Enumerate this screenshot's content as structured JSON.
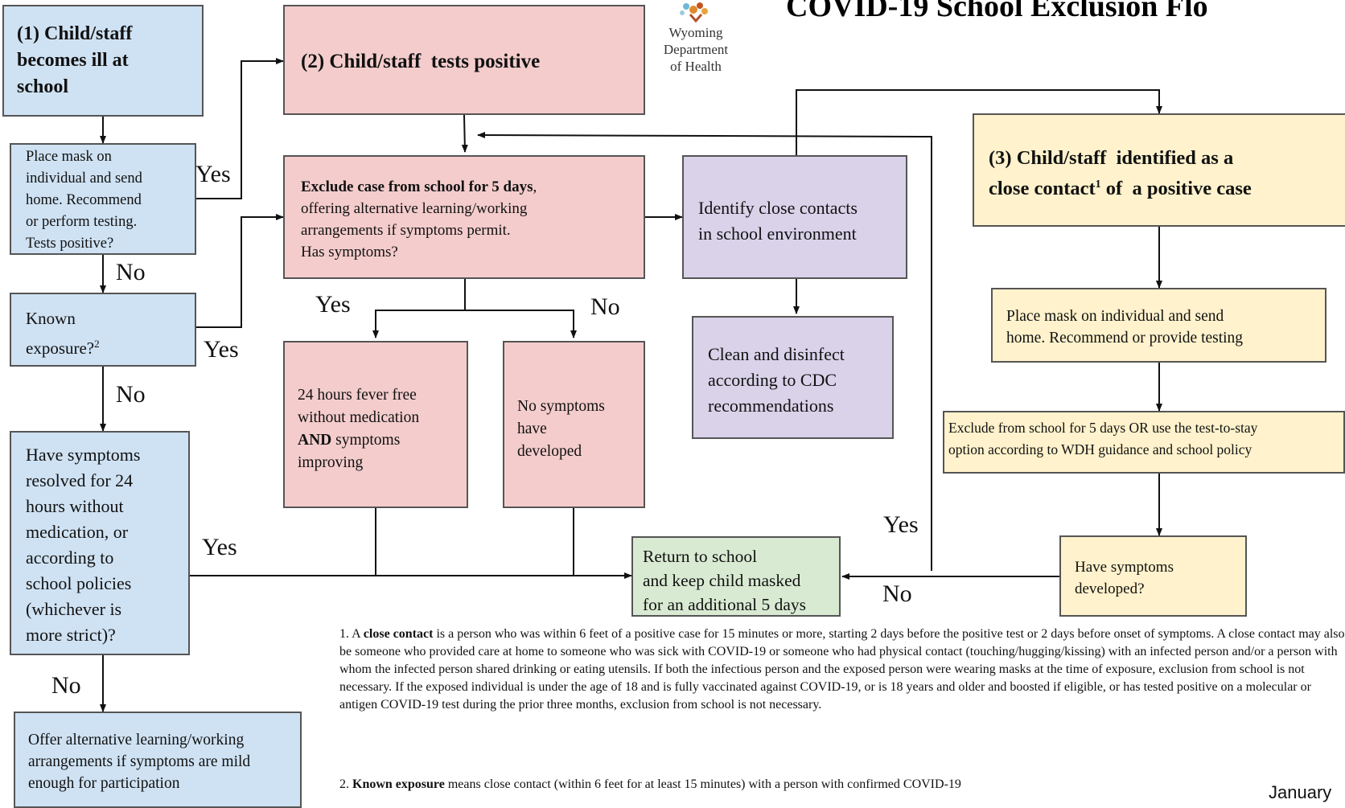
{
  "title": "COVID-19 School Exclusion Flo",
  "logo": {
    "line1": "Wyoming",
    "line2": "Department",
    "line3": "of Health"
  },
  "boxes": {
    "ill_at_school": "(1) Child/staff\nbecomes ill at\nschool",
    "place_mask_send_home": "Place mask on\nindividual and send\nhome. Recommend\nor perform testing.\nTests positive?",
    "known_exposure": "Known\nexposure?",
    "known_exposure_sup": "2",
    "symptoms_resolved": "Have symptoms\nresolved for 24\nhours without\nmedication, or\naccording to\nschool policies\n(whichever is\nmore strict)?",
    "offer_alternative": "Offer alternative learning/working\narrangements if symptoms are mild\nenough for participation",
    "tests_positive": "(2) Child/staff  tests positive",
    "exclude_case_bold": "Exclude case from school for 5 days",
    "exclude_case_rest1": ",",
    "exclude_case_rest2": "offering alternative learning/working\narrangements if symptoms permit.\nHas symptoms?",
    "fever_free_1": "24 hours fever free\nwithout medication",
    "fever_free_and": "AND",
    "fever_free_2": " symptoms\nimproving",
    "no_symptoms": "No symptoms\nhave\ndeveloped",
    "identify_contacts": "Identify close contacts\nin school environment",
    "clean_disinfect": "Clean and disinfect\naccording to CDC\nrecommendations",
    "return_to_school": "Return to school\nand keep child masked\nfor an additional 5 days",
    "close_contact_a": "(3) Child/staff  identified as a",
    "close_contact_b": "close contact",
    "close_contact_sup": "1",
    "close_contact_c": " of  a positive case",
    "place_mask_provide": "Place mask on individual and send\nhome. Recommend or provide testing",
    "exclude_or_test": "Exclude from school for 5 days OR use the test-to-stay\noption according to WDH guidance and school policy",
    "have_symptoms_developed": "Have symptoms\ndeveloped?"
  },
  "edge_labels": {
    "yes1": "Yes",
    "no1": "No",
    "yes2": "Yes",
    "no2": "No",
    "yes3": "Yes",
    "no3": "No",
    "yes4": "Yes",
    "no4": "No",
    "yes5": "Yes",
    "no5": "No"
  },
  "footnotes": {
    "fn1_prefix": "1. A ",
    "fn1_bold": "close contact",
    "fn1_text": " is a person who was within 6 feet of a positive case for 15 minutes or more, starting 2 days before the positive test or 2 days before onset of symptoms. A close contact may also be someone who provided care at home to someone who was sick with COVID-19 or someone who had physical contact (touching/hugging/kissing) with an infected person and/or a person with whom the infected person shared drinking or eating utensils. If both the infectious person and the exposed person were wearing masks at the time of  exposure, exclusion from school is not necessary. If  the exposed individual is under the age of 18 and is fully vaccinated against COVID-19, or is 18 years and older and boosted if eligible, or has tested positive on a molecular or antigen COVID-19 test during the prior three months, exclusion  from school is not necessary.",
    "fn2_prefix": "2. ",
    "fn2_bold": "Known exposure",
    "fn2_text": " means close contact (within 6 feet for at least 15 minutes) with a person with confirmed COVID-19"
  },
  "date": "January"
}
